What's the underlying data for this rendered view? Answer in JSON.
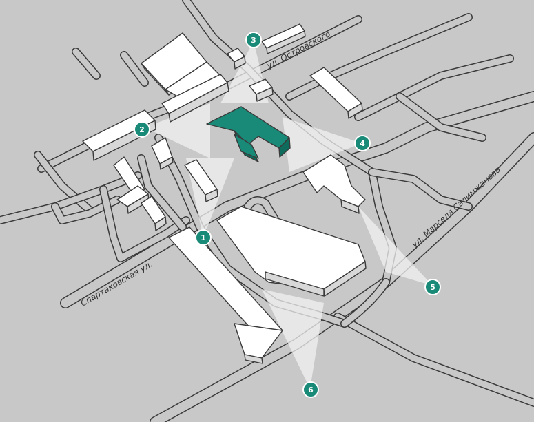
{
  "colors": {
    "background": "#c8c8c8",
    "accent": "#1a8a78",
    "accent_dark": "#0f6b5c",
    "road_outline": "#3a3a3a",
    "building": "#ffffff"
  },
  "streets": {
    "ostrovskogo": "ул. Островского",
    "spartakovskaya": "Спартаковская ул.",
    "salimzhanova": "ул. Марселя Салимжанова"
  },
  "markers": [
    {
      "id": "1",
      "label": "1"
    },
    {
      "id": "2",
      "label": "2"
    },
    {
      "id": "3",
      "label": "3"
    },
    {
      "id": "4",
      "label": "4"
    },
    {
      "id": "5",
      "label": "5"
    },
    {
      "id": "6",
      "label": "6"
    }
  ]
}
